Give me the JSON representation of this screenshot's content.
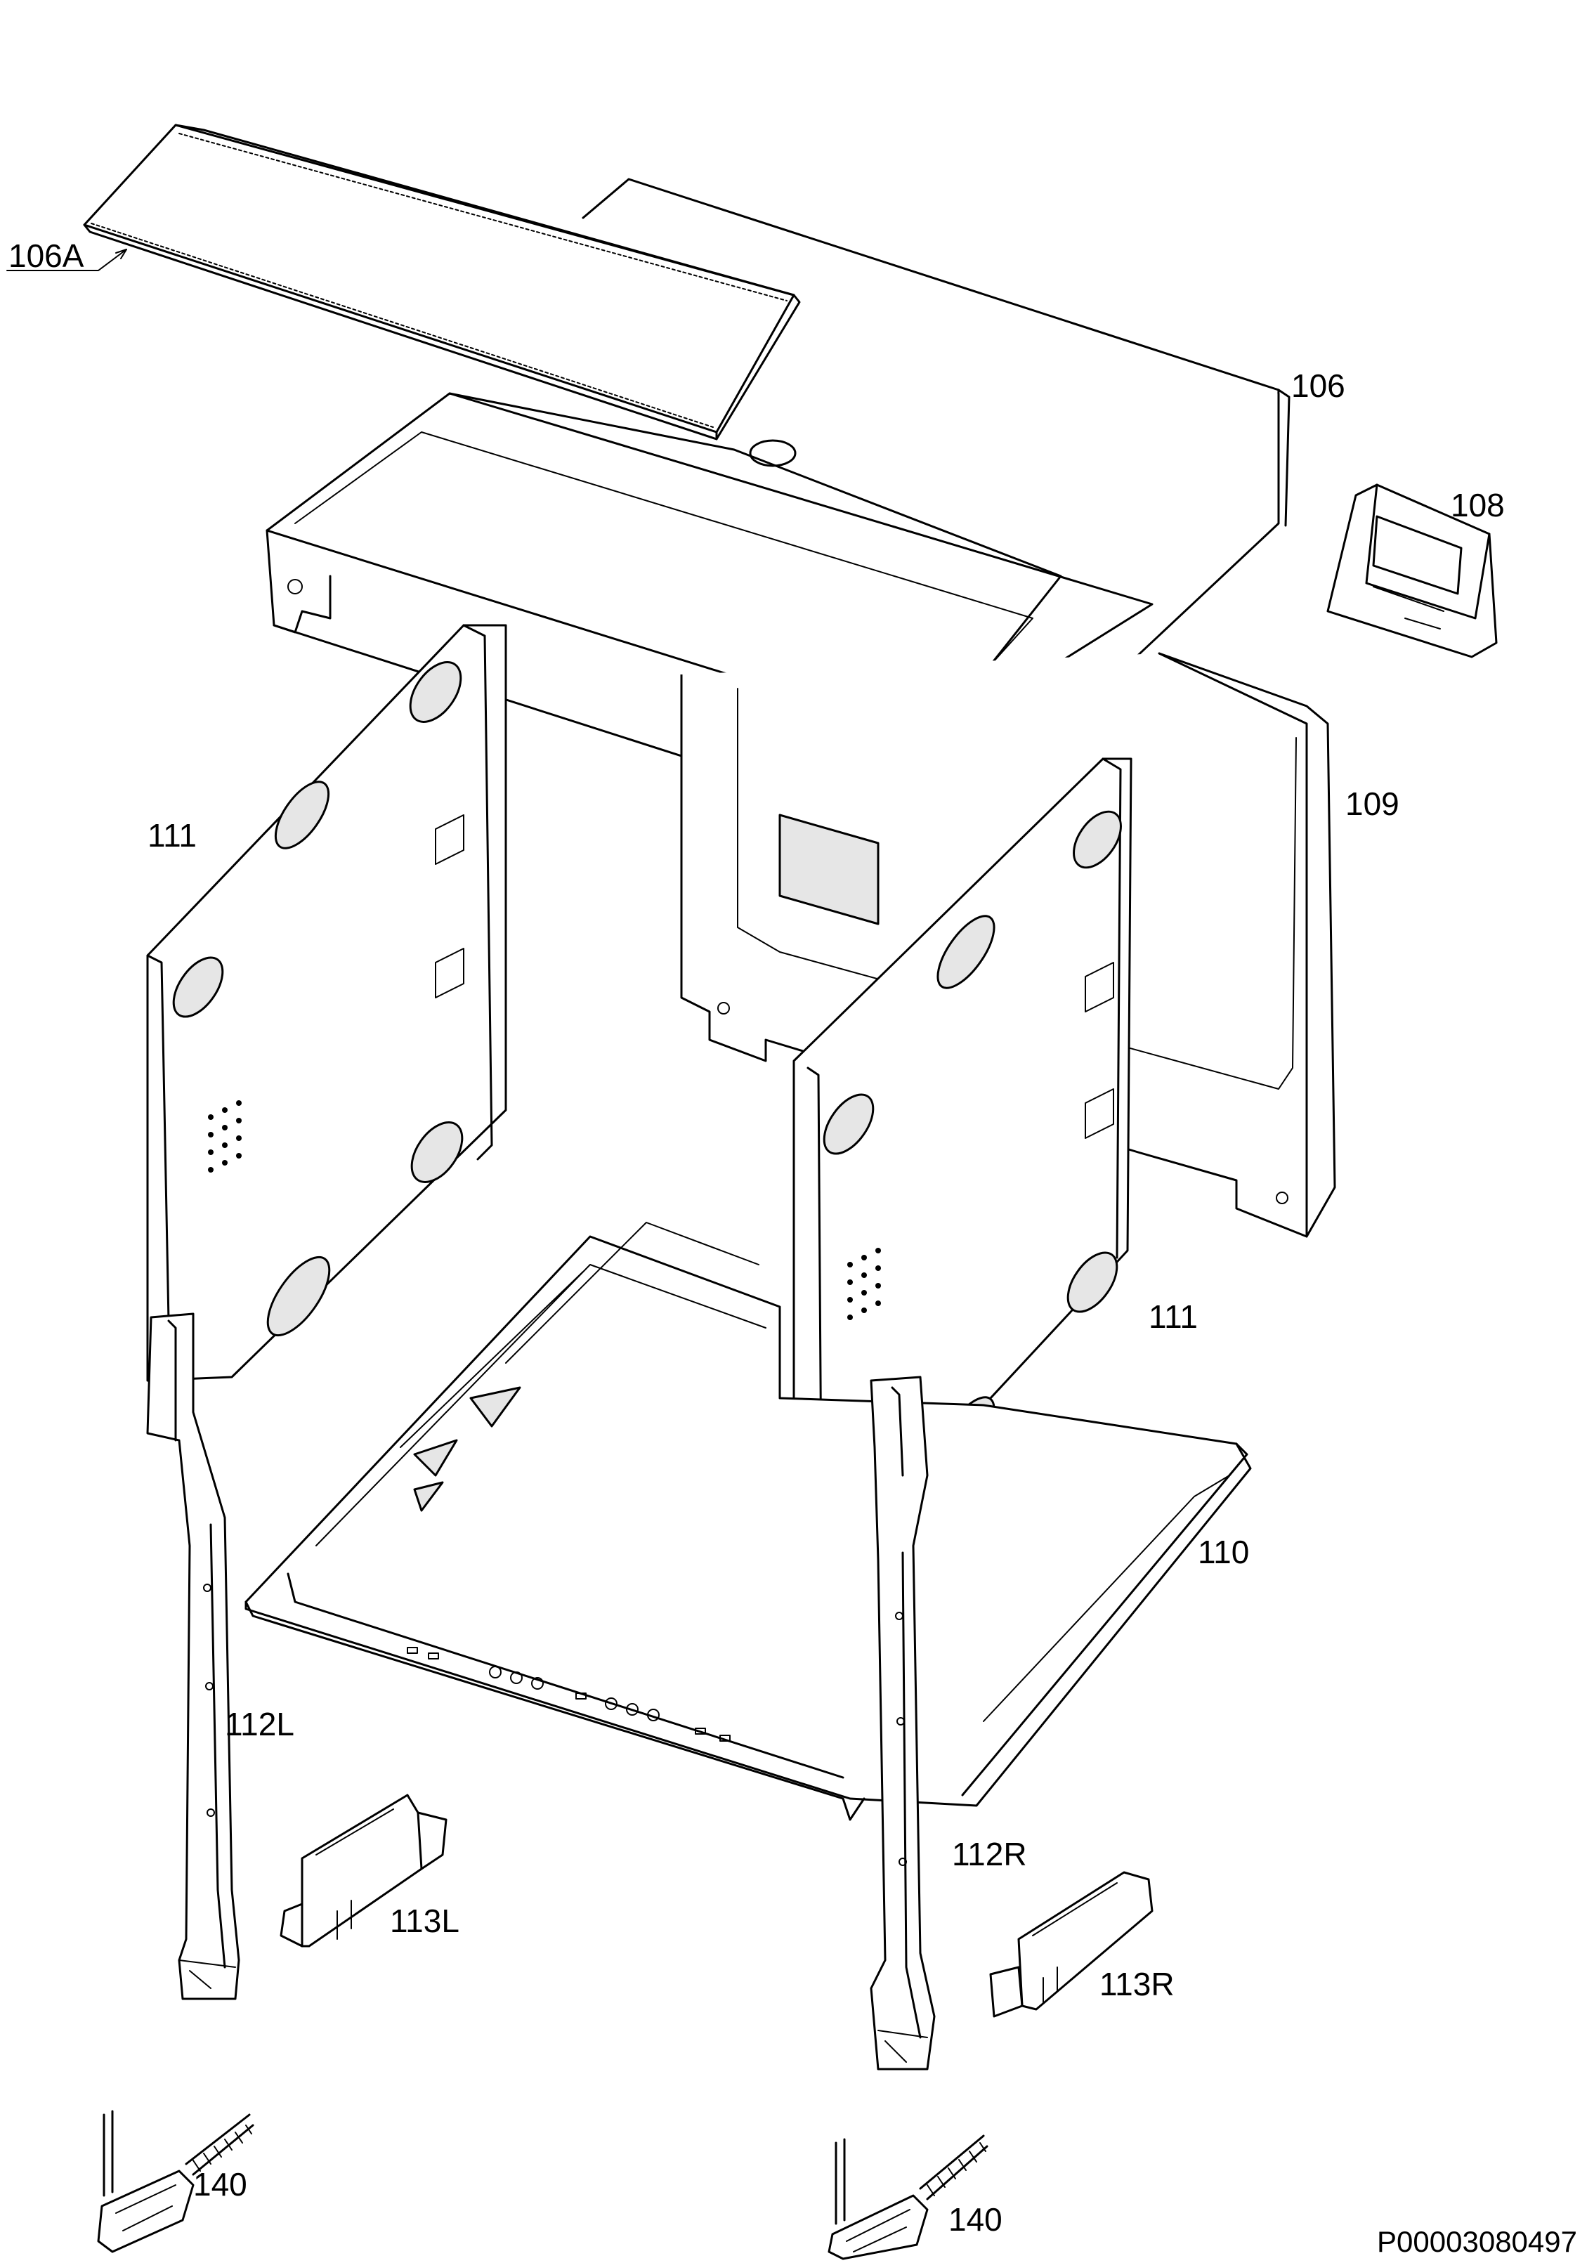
{
  "labels": {
    "p106A": "106A",
    "p106": "106",
    "p108": "108",
    "p109": "109",
    "p111_left": "111",
    "p111_right": "111",
    "p110": "110",
    "p112L": "112L",
    "p112R": "112R",
    "p113L": "113L",
    "p113R": "113R",
    "p140_left": "140",
    "p140_right": "140"
  },
  "drawing_code": "P00003080497"
}
